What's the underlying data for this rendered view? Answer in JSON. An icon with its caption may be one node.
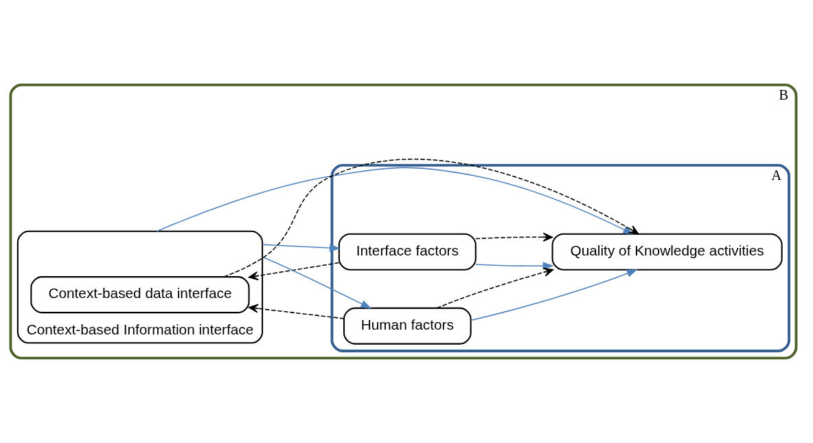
{
  "diagram": {
    "nodes": [
      {
        "text": [
          "B"
        ]
      },
      {
        "text": [
          "A"
        ],
        "in": 0
      },
      {
        "text": [
          "Interface factors"
        ],
        "in": 1
      },
      {
        "text": [
          "Context-based Information interface"
        ],
        "in": 0
      },
      {
        "text": [
          "Context-based data interface"
        ],
        "in": 3
      },
      {
        "text": [
          "Quality of Knowledge activities"
        ],
        "in": 1
      },
      {
        "text": [
          "Human factors"
        ],
        "in": 1
      }
    ],
    "edges": [
      {
        "from": 3,
        "to": 2,
        "arrow": "to"
      },
      {
        "from": 3,
        "to": 5,
        "arrow": "to"
      },
      {
        "from": 3,
        "to": 6,
        "arrow": "to"
      },
      {
        "from": 2,
        "to": 5,
        "arrow": "to"
      },
      {
        "from": 6,
        "to": 5,
        "arrow": "to"
      },
      {
        "from": 2,
        "to": 4,
        "arrow": "to",
        "style": "dashed",
        "color": "#000000"
      },
      {
        "from": 4,
        "to": 5,
        "arrow": "to",
        "style": "dashed",
        "color": "#000000"
      },
      {
        "from": 2,
        "to": 5,
        "arrow": "to",
        "style": "dashed",
        "color": "#000000"
      },
      {
        "from": 6,
        "to": 5,
        "arrow": "to",
        "style": "dashed",
        "color": "#000000"
      },
      {
        "from": 6,
        "to": 4,
        "arrow": "to",
        "style": "dashed",
        "color": "#000000"
      }
    ]
  }
}
